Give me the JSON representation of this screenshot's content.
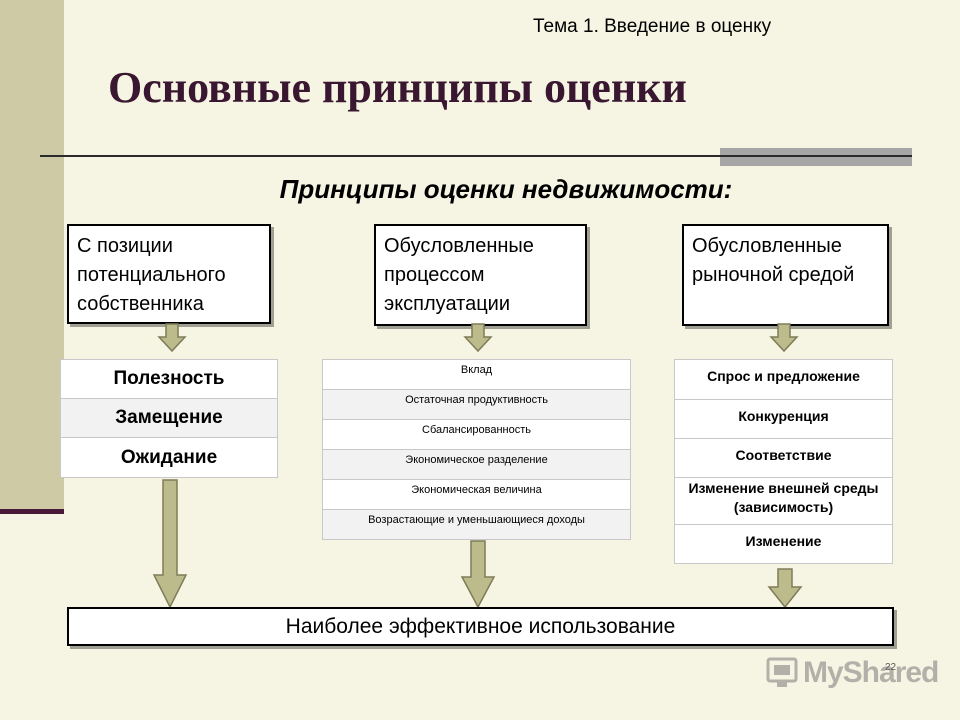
{
  "header": {
    "topic": "Тема 1. Введение в оценку",
    "title": "Основные принципы оценки"
  },
  "diagram": {
    "subtitle": "Принципы оценки недвижимости:",
    "categories": [
      {
        "label": "С позиции потенциального собственника",
        "principles": [
          "Полезность",
          "Замещение",
          "Ожидание"
        ]
      },
      {
        "label": "Обусловленные процессом эксплуатации",
        "principles": [
          "Вклад",
          "Остаточная продуктивность",
          "Сбалансированность",
          "Экономическое разделение",
          "Экономическая величина",
          "Возрастающие и уменьшающиеся доходы"
        ]
      },
      {
        "label": "Обусловленные рыночной средой",
        "principles": [
          "Спрос и предложение",
          "Конкуренция",
          "Соответствие",
          "Изменение внешней среды (зависимость)",
          "Изменение"
        ]
      }
    ],
    "result": "Наиболее эффективное использование"
  },
  "footer": {
    "page_number": "22",
    "watermark": "MyShared"
  },
  "colors": {
    "background": "#f6f5e3",
    "side_band": "#cecaa5",
    "title": "#3a1730",
    "arrow_fill": "#bcbb8c",
    "arrow_stroke": "#7e7c58"
  }
}
